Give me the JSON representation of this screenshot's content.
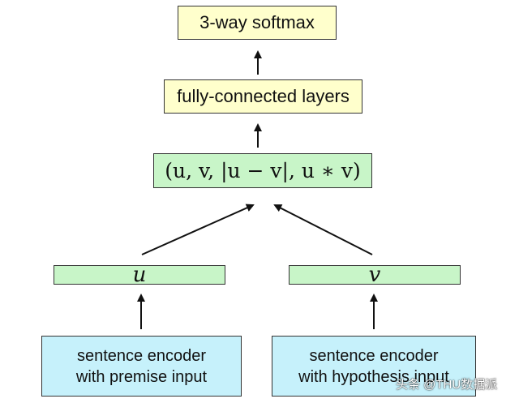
{
  "diagram": {
    "softmax": "3-way softmax",
    "fully_connected": "fully-connected layers",
    "concat": "(u, v, |u − v|, u ∗ v)",
    "u_vector": "u",
    "v_vector": "v",
    "premise_encoder": {
      "line1": "sentence encoder",
      "line2": "with premise input"
    },
    "hypothesis_encoder": {
      "line1": "sentence encoder",
      "line2": "with hypothesis input"
    }
  },
  "watermark": "头条 @THU数据派",
  "colors": {
    "yellow_box": "#ffffcc",
    "green_box": "#c8f5c8",
    "cyan_box": "#c6f1fb",
    "border": "#333333",
    "arrow": "#111111"
  }
}
